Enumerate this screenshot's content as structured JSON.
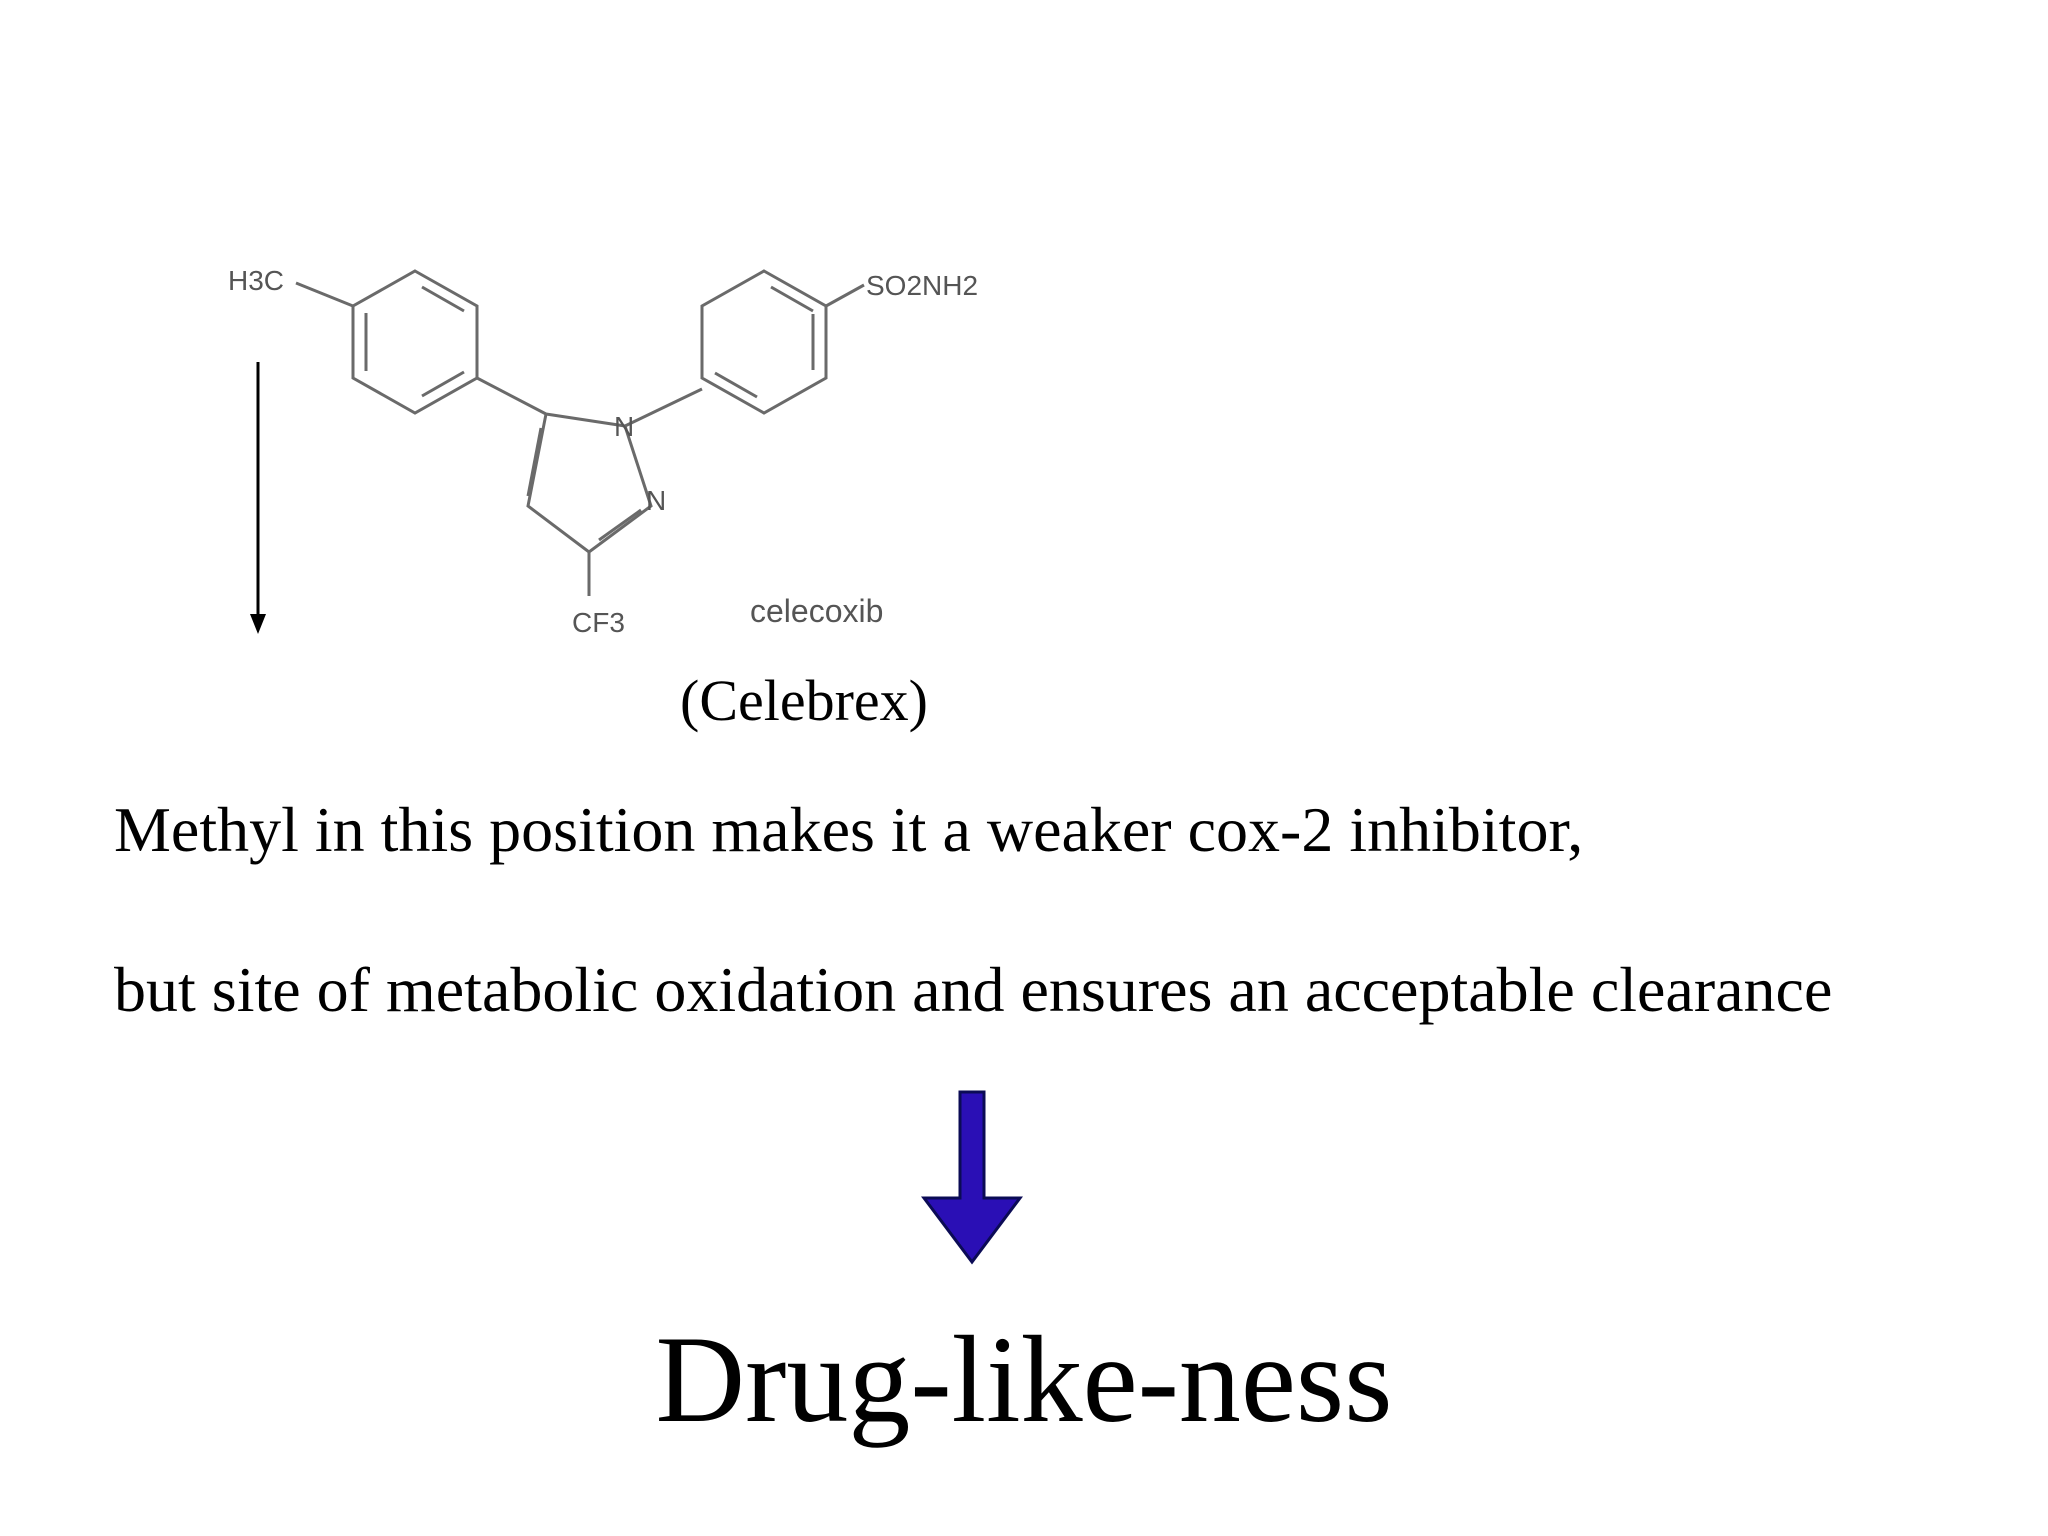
{
  "structure": {
    "left_substituent": "H3C",
    "right_substituent": "SO2NH2",
    "bottom_substituent": "CF3",
    "ring_atom_n1": "N",
    "ring_atom_n2": "N",
    "compound_name": "celecoxib"
  },
  "trade_name": "(Celebrex)",
  "text": {
    "line1": "Methyl in this position makes it a weaker cox-2 inhibitor,",
    "line2": "but site of metabolic oxidation and ensures an acceptable clearance"
  },
  "conclusion": "Drug-like-ness",
  "colors": {
    "big_arrow": "#2a0fb5",
    "big_arrow_outline": "#0b0b55",
    "structure_lines": "#6a6a6a"
  }
}
